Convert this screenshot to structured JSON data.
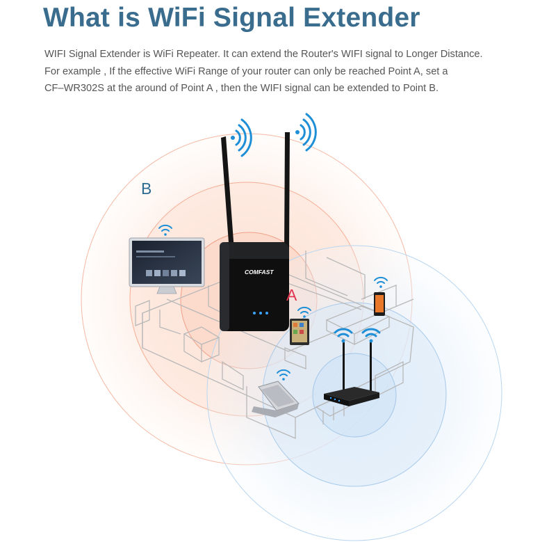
{
  "header": {
    "title": "What is WiFi Signal Extender"
  },
  "description": {
    "lines": [
      "WIFI Signal Extender is WiFi Repeater. It can extend the Router's WIFI signal to Longer Distance.",
      "For example , If the effective WiFi Range of your router can only be reached Point A, set a",
      "CF–WR302S at the around of Point A , then the WIFI signal can be extended to Point B."
    ]
  },
  "diagram": {
    "point_b_label": "B",
    "point_a_label": "A",
    "extender_brand": "COMFAST",
    "colors": {
      "title": "#3a6c8e",
      "extender_range": "#f2a48a",
      "router_range": "#9ec8ea",
      "wifi_icon": "#1e8fd6",
      "point_a": "#e0354f",
      "point_b": "#2e6b93"
    },
    "icons": [
      "wifi-icon",
      "extender-device",
      "router-device",
      "monitor-device",
      "laptop-device",
      "tablet-device",
      "phone-device"
    ]
  }
}
